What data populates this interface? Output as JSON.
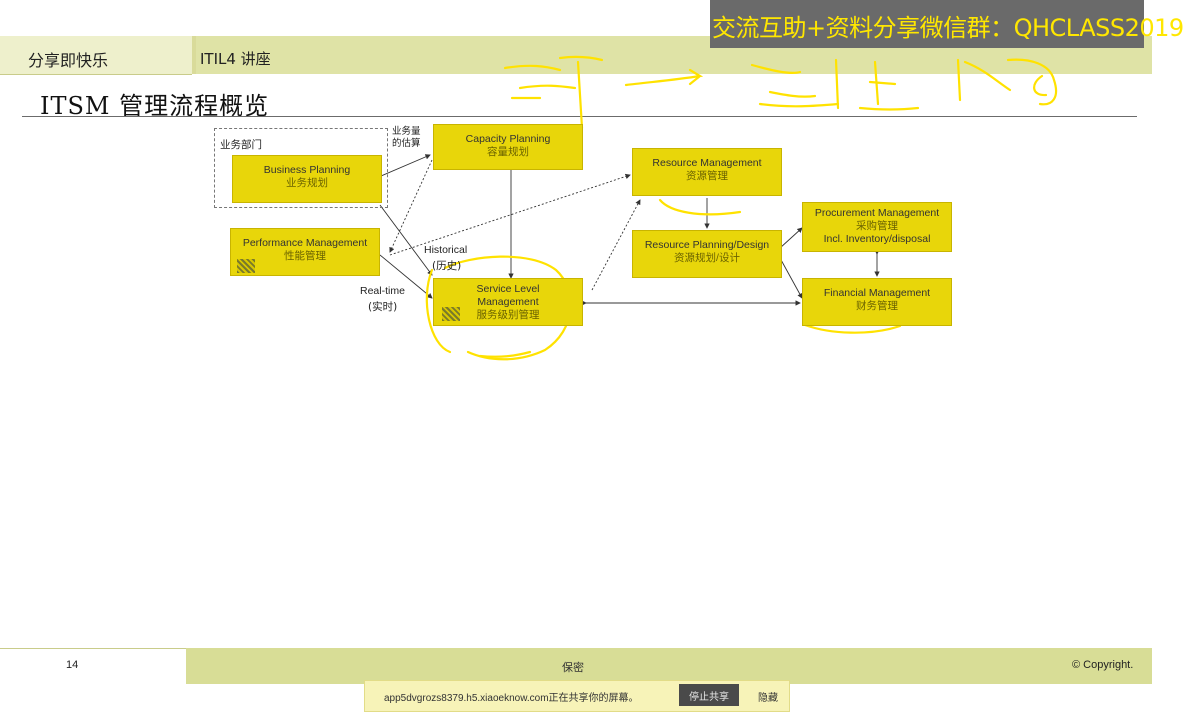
{
  "header": {
    "brand": "分享即快乐",
    "course": "ITIL4 讲座"
  },
  "overlay": {
    "wechat": "交流互助+资料分享微信群：QHCLASS2019"
  },
  "slide": {
    "title": "ITSM 管理流程概览"
  },
  "diagram": {
    "group_label": "业务部门",
    "business_planning": {
      "en": "Business Planning",
      "zh": "业务规划"
    },
    "capacity_planning": {
      "en": "Capacity Planning",
      "zh": "容量规划"
    },
    "business_volume_label": "业务量\n的估算",
    "performance_management": {
      "en": "Performance Management",
      "zh": "性能管理"
    },
    "service_level_management": {
      "en": "Service Level\nManagement",
      "zh": "服务级别管理"
    },
    "historical": {
      "en": "Historical",
      "zh": "(历史)"
    },
    "realtime": {
      "en": "Real-time",
      "zh": "(实时)"
    },
    "resource_management": {
      "en": "Resource Management",
      "zh": "资源管理"
    },
    "resource_planning": {
      "en": "Resource Planning/Design",
      "zh": "资源规划/设计"
    },
    "procurement_management": {
      "en": "Procurement Management",
      "zh": "采购管理",
      "sub": "Incl. Inventory/disposal"
    },
    "financial_management": {
      "en": "Financial Management",
      "zh": "财务管理"
    },
    "highlight_color": "#ffe200",
    "box_color": "#e8d60a"
  },
  "footer": {
    "page_number": "14",
    "confidential": "保密",
    "copyright": "© Copyright."
  },
  "share_bar": {
    "message": "app5dvgrozs8379.h5.xiaoeknow.com正在共享你的屏幕。",
    "stop_label": "停止共享",
    "hide_label": "隐藏"
  }
}
